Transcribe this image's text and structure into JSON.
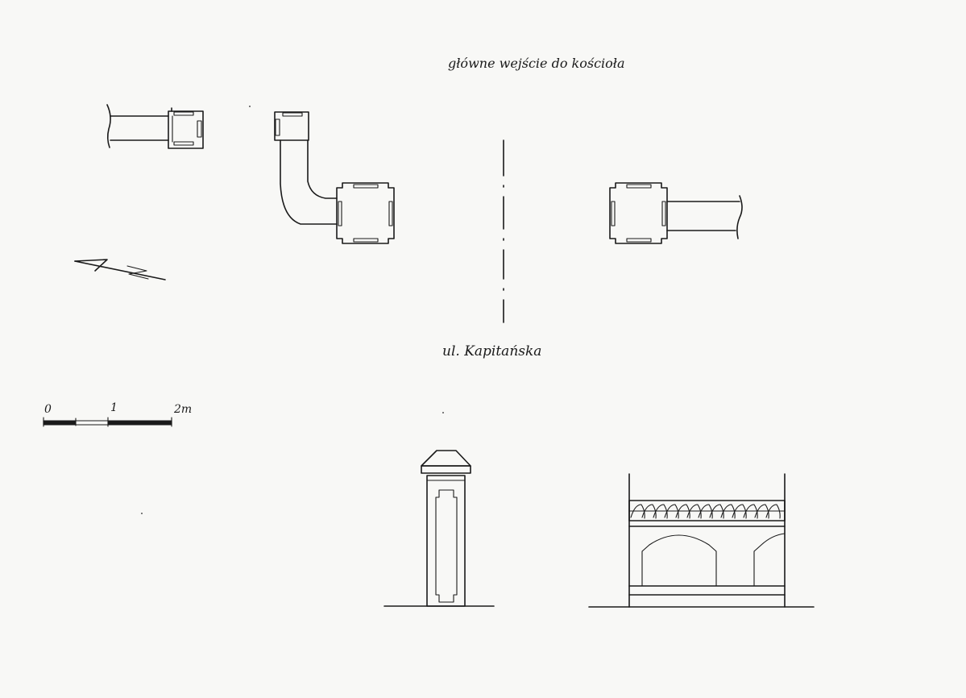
{
  "drawing": {
    "top_label": "główne wejście do kościoła",
    "street_label": "ul. Kapitańska",
    "scale": {
      "tick_0": "0",
      "tick_1": "1",
      "tick_2": "2m"
    }
  },
  "colors": {
    "paper": "#f8f8f6",
    "ink": "#1a1a1a"
  },
  "icons": {
    "north_arrow": "north-arrow-icon"
  }
}
